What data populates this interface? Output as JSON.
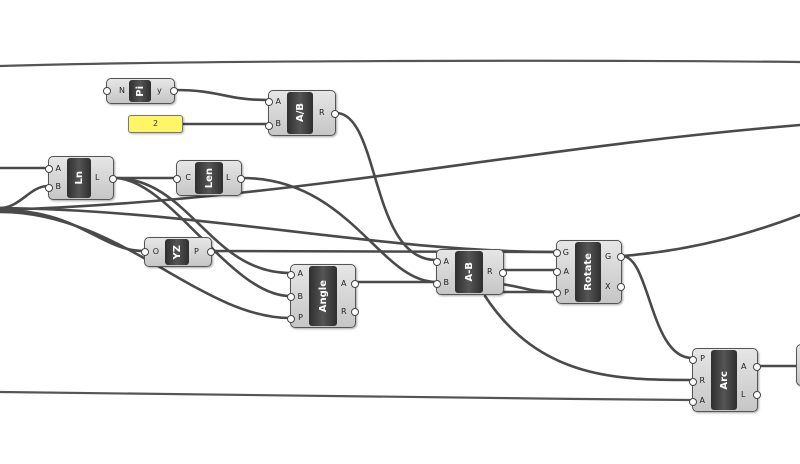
{
  "components": {
    "pi": {
      "name": "Pi",
      "inputs": [
        "N"
      ],
      "outputs": [
        "y"
      ]
    },
    "div": {
      "name": "A/B",
      "inputs": [
        "A",
        "B"
      ],
      "outputs": [
        "R"
      ]
    },
    "ln": {
      "name": "Ln",
      "inputs": [
        "A",
        "B"
      ],
      "outputs": [
        "L"
      ]
    },
    "len": {
      "name": "Len",
      "inputs": [
        "C"
      ],
      "outputs": [
        "L"
      ]
    },
    "yz": {
      "name": "YZ",
      "inputs": [
        "O"
      ],
      "outputs": [
        "P"
      ]
    },
    "angle": {
      "name": "Angle",
      "inputs": [
        "A",
        "B",
        "P"
      ],
      "outputs": [
        "A",
        "R"
      ]
    },
    "sub": {
      "name": "A-B",
      "inputs": [
        "A",
        "B"
      ],
      "outputs": [
        "R"
      ]
    },
    "rotate": {
      "name": "Rotate",
      "inputs": [
        "G",
        "A",
        "P"
      ],
      "outputs": [
        "G",
        "X"
      ]
    },
    "arc": {
      "name": "Arc",
      "inputs": [
        "P",
        "R",
        "A"
      ],
      "outputs": [
        "A",
        "L"
      ]
    }
  },
  "panel": {
    "value": "2"
  }
}
